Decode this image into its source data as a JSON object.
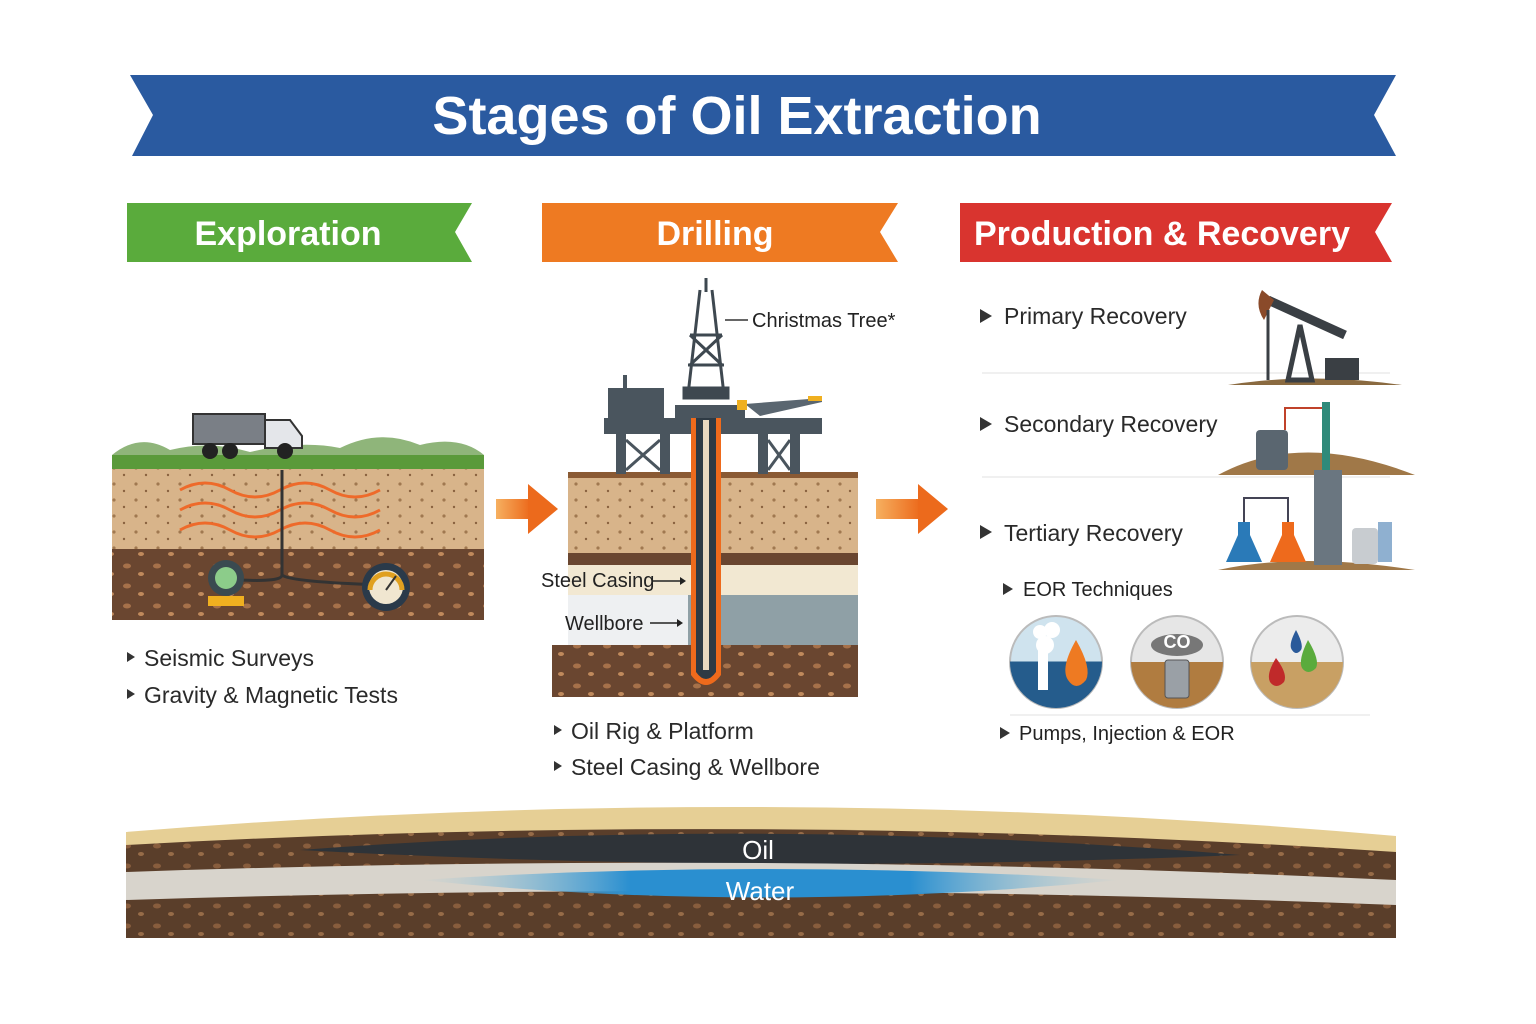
{
  "title": "Stages of Oil Extraction",
  "colors": {
    "title": "#2a5aa0",
    "exploration": "#5aab3c",
    "drilling": "#ee7a22",
    "production": "#d9342f"
  },
  "exploration": {
    "header": "Exploration",
    "bullets": [
      "Seismic Surveys",
      "Gravity & Magnetic Tests"
    ]
  },
  "drilling": {
    "header": "Drilling",
    "labels": {
      "christmas_tree": "Christmas Tree*",
      "steel_casing": "Steel Casing",
      "wellbore": "Wellbore"
    },
    "bullets": [
      "Oil Rig & Platform",
      "Steel Casing & Wellbore"
    ]
  },
  "production": {
    "header": "Production & Recovery",
    "stages": [
      "Primary Recovery",
      "Secondary Recovery",
      "Tertiary Recovery"
    ],
    "eor": "EOR Techniques",
    "eor_icons": [
      "steam-injection-icon",
      "co2-injection-icon",
      "chemical-injection-icon"
    ],
    "co2_label": "CO",
    "footer": "Pumps, Injection & EOR"
  },
  "reservoir": {
    "oil": "Oil",
    "water": "Water"
  }
}
